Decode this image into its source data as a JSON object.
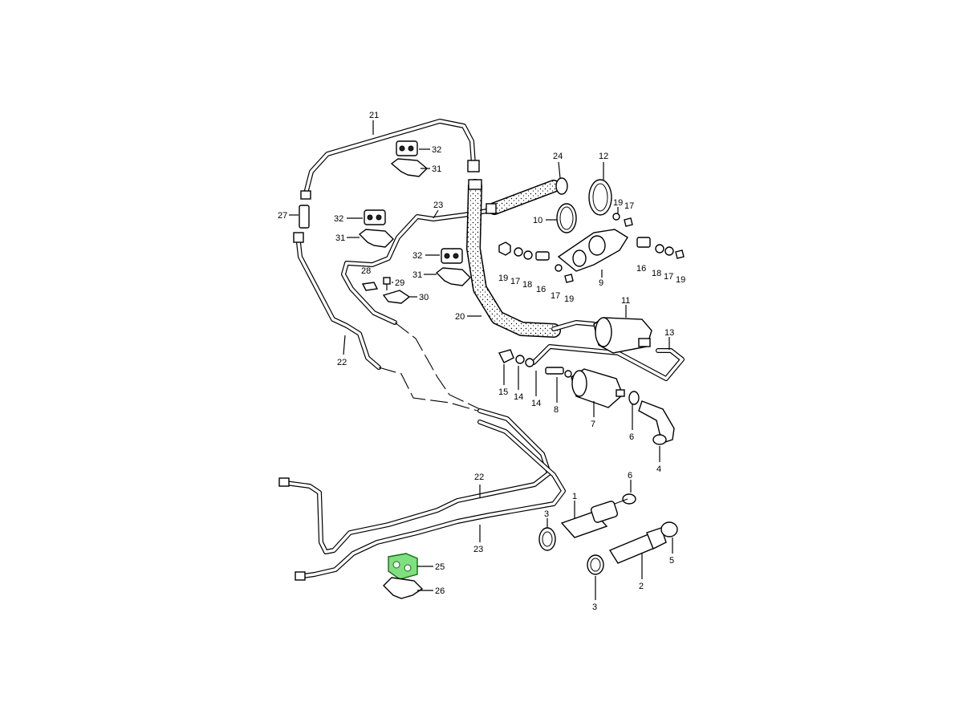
{
  "diagram": {
    "highlight_color": "#7ee07e",
    "highlighted_part": "25",
    "callouts": {
      "p1": "1",
      "p2": "2",
      "p3a": "3",
      "p3b": "3",
      "p4": "4",
      "p5": "5",
      "p6a": "6",
      "p6b": "6",
      "p7": "7",
      "p8": "8",
      "p9": "9",
      "p10": "10",
      "p11": "11",
      "p12": "12",
      "p13": "13",
      "p14a": "14",
      "p14b": "14",
      "p15": "15",
      "p16a": "16",
      "p16b": "16",
      "p17a": "17",
      "p17b": "17",
      "p17c": "17",
      "p17d": "17",
      "p18a": "18",
      "p18b": "18",
      "p19a": "19",
      "p19b": "19",
      "p19c": "19",
      "p19d": "19",
      "p20": "20",
      "p21": "21",
      "p22a": "22",
      "p22b": "22",
      "p23a": "23",
      "p23b": "23",
      "p24": "24",
      "p25": "25",
      "p26": "26",
      "p27": "27",
      "p28": "28",
      "p29": "29",
      "p30": "30",
      "p31a": "31",
      "p31b": "31",
      "p31c": "31",
      "p32a": "32",
      "p32b": "32",
      "p32c": "32"
    }
  }
}
